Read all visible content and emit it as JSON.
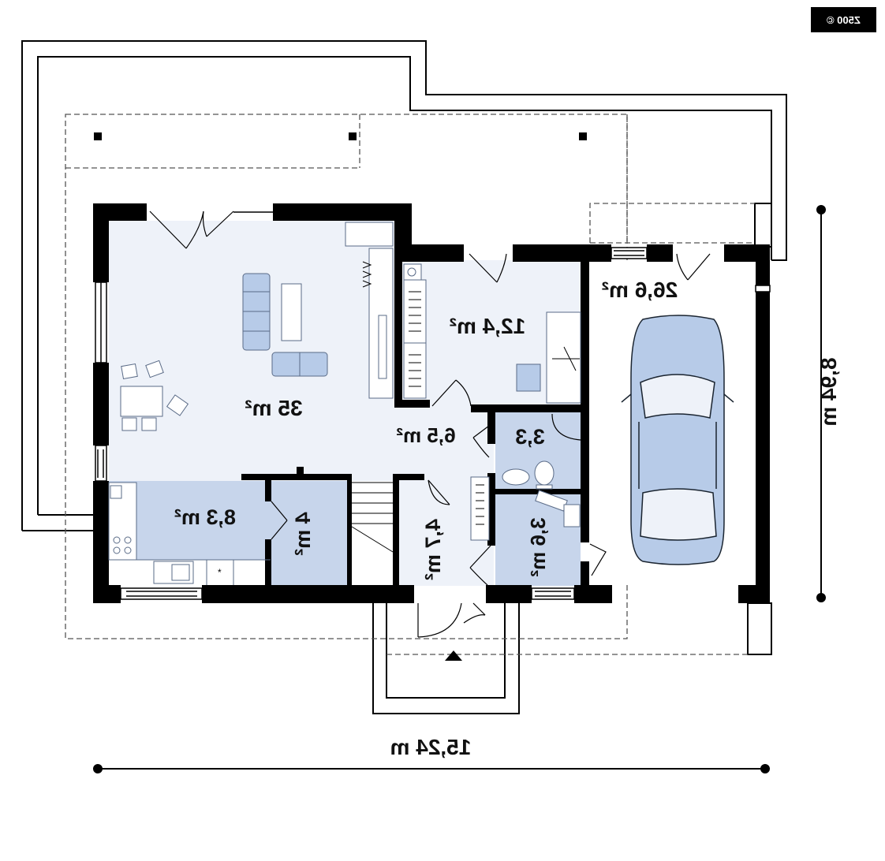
{
  "plan": {
    "badge_text": "Z500 ©",
    "rooms": {
      "living": "35 m²",
      "kitchen": "8,3 m²",
      "office": "12,4 m²",
      "hall": "6,5 m²",
      "bathroom": "3,3",
      "garage": "26,6 m²",
      "pantry": "4 m²",
      "vestibule": "4,7 m²",
      "boiler": "3,6 m²"
    },
    "dimensions": {
      "width": "15,24 m",
      "depth": "8,94 m"
    }
  },
  "colors": {
    "room_light": "#eef2f9",
    "room_blue": "#c7d5eb",
    "wall": "#000000",
    "furniture": "#b7cbe8"
  }
}
